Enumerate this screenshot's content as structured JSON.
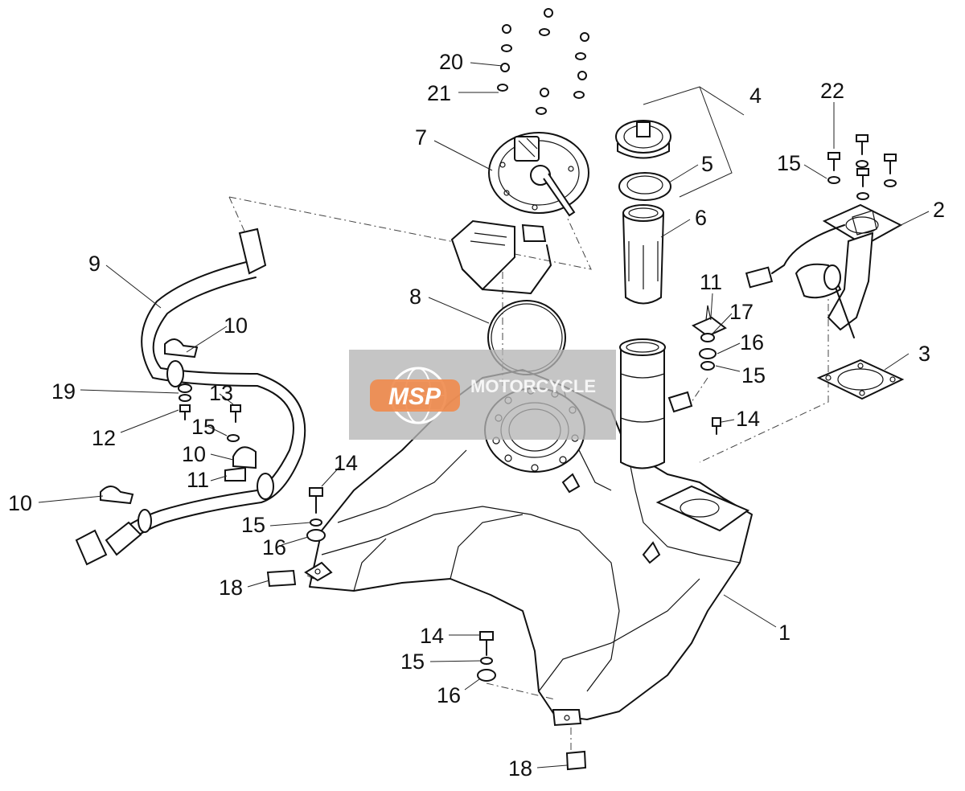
{
  "watermark": {
    "logo_text": "MSP",
    "company_text": "MOTORCYCLE",
    "panel_color": "#b5b5b5",
    "logo_color": "#f08a4b"
  },
  "callouts": [
    {
      "id": "c-20",
      "label": "20"
    },
    {
      "id": "c-21",
      "label": "21"
    },
    {
      "id": "c-7",
      "label": "7"
    },
    {
      "id": "c-4",
      "label": "4"
    },
    {
      "id": "c-5",
      "label": "5"
    },
    {
      "id": "c-6",
      "label": "6"
    },
    {
      "id": "c-22",
      "label": "22"
    },
    {
      "id": "c-15a",
      "label": "15"
    },
    {
      "id": "c-2",
      "label": "2"
    },
    {
      "id": "c-9",
      "label": "9"
    },
    {
      "id": "c-8",
      "label": "8"
    },
    {
      "id": "c-10a",
      "label": "10"
    },
    {
      "id": "c-11a",
      "label": "11"
    },
    {
      "id": "c-17",
      "label": "17"
    },
    {
      "id": "c-16a",
      "label": "16"
    },
    {
      "id": "c-15b",
      "label": "15"
    },
    {
      "id": "c-3",
      "label": "3"
    },
    {
      "id": "c-19",
      "label": "19"
    },
    {
      "id": "c-13",
      "label": "13"
    },
    {
      "id": "c-12",
      "label": "12"
    },
    {
      "id": "c-15c",
      "label": "15"
    },
    {
      "id": "c-14a",
      "label": "14"
    },
    {
      "id": "c-10b",
      "label": "10"
    },
    {
      "id": "c-11b",
      "label": "11"
    },
    {
      "id": "c-14b",
      "label": "14"
    },
    {
      "id": "c-10c",
      "label": "10"
    },
    {
      "id": "c-15d",
      "label": "15"
    },
    {
      "id": "c-16b",
      "label": "16"
    },
    {
      "id": "c-18a",
      "label": "18"
    },
    {
      "id": "c-1",
      "label": "1"
    },
    {
      "id": "c-14c",
      "label": "14"
    },
    {
      "id": "c-15e",
      "label": "15"
    },
    {
      "id": "c-16c",
      "label": "16"
    },
    {
      "id": "c-18b",
      "label": "18"
    }
  ]
}
